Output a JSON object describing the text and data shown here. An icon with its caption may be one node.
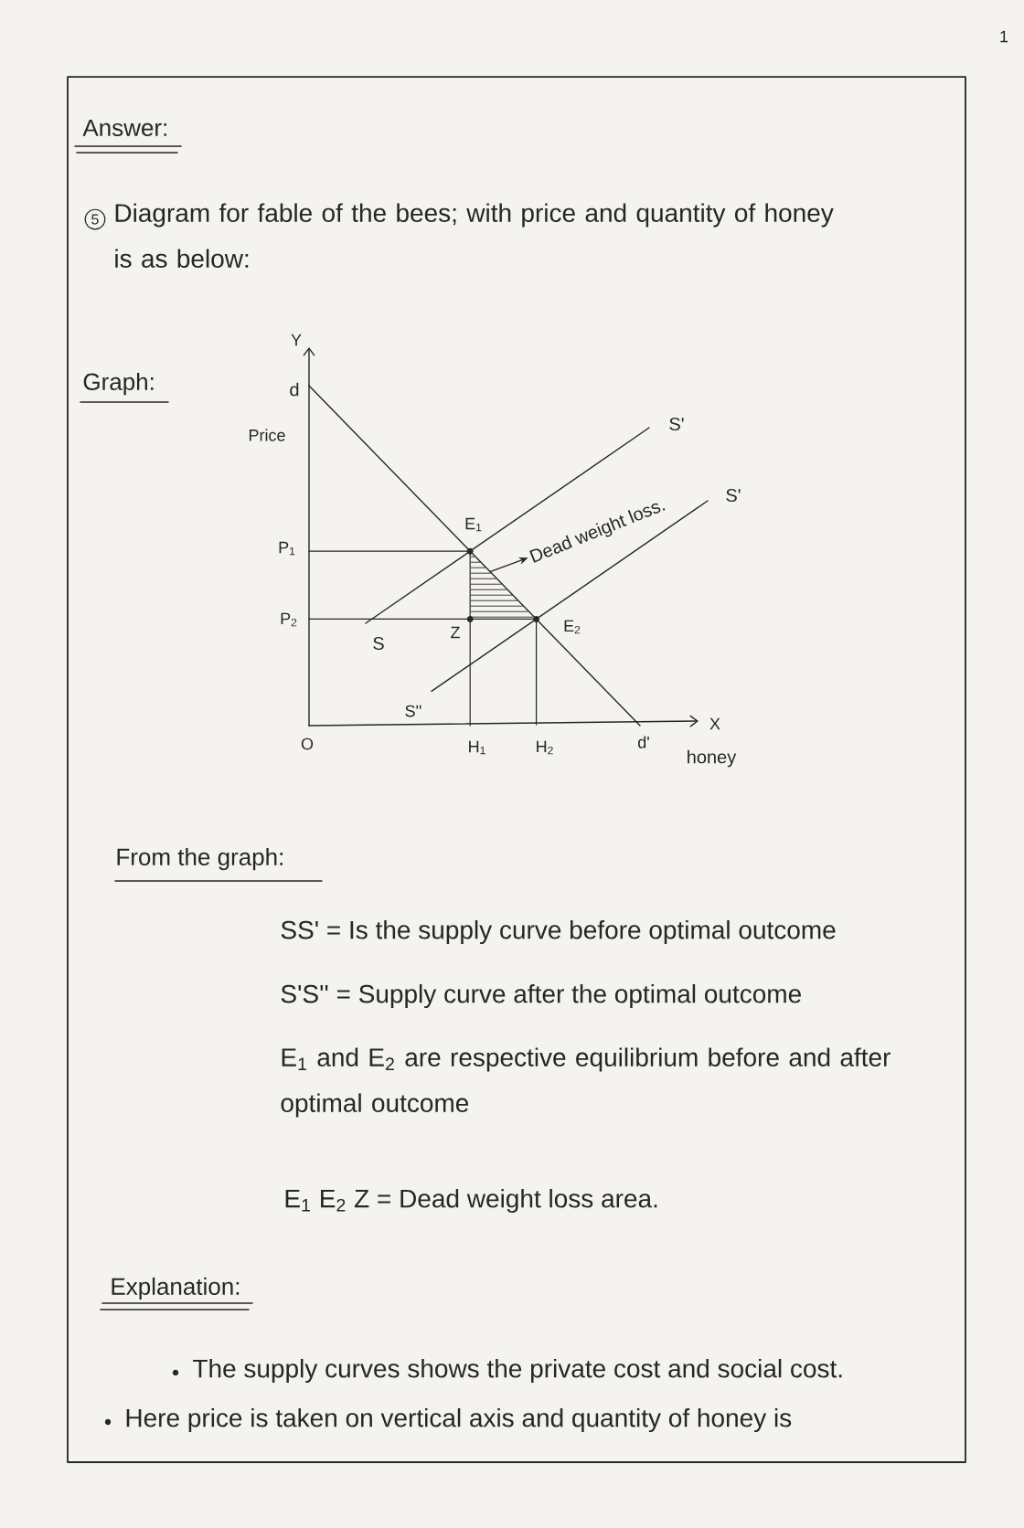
{
  "diagram": {
    "nodes": [
      {
        "text": [],
        "shape": "triangle"
      },
      {
        "text": [
          "Dead weight loss."
        ]
      }
    ],
    "edges": [
      {
        "from": 0,
        "to": 1,
        "arrow": "to"
      }
    ],
    "labels": [
      "1",
      "Answer:",
      "5",
      "Diagram for fable of the bees; with price and quantity of honey is as below:",
      "Graph:",
      "Y",
      "d",
      "Price",
      "S'",
      "E$_{1}$",
      "S'",
      "P$_{1}$",
      "P$_{2}$",
      "S",
      "Z",
      "E$_{2}$",
      "S''",
      "O",
      "H$_{1}$",
      "H$_{2}$",
      "d'",
      "X",
      "honey",
      "From the graph:",
      "SS' = Is the supply curve before optimal outcome",
      "S'S'' = Supply curve after the optimal outcome",
      "E$_{1}$ and E$_{2}$ are respective equilibrium before and after optimal outcome",
      "E$_{1}$ E$_{2}$ Z = Dead weight loss area.",
      "Explanation:",
      "The supply curves shows the private cost and social cost.",
      "Here price is taken on vertical axis and quantity of honey is"
    ]
  }
}
